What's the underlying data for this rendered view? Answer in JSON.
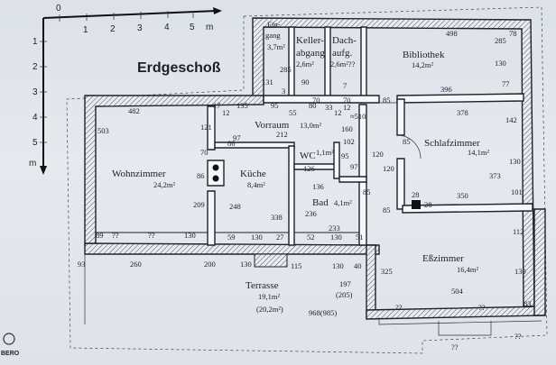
{
  "plan": {
    "title": "Erdgeschoß",
    "scale": {
      "ticks": [
        "0",
        "1",
        "2",
        "3",
        "4",
        "5",
        "m"
      ],
      "vticks": [
        "1",
        "2",
        "3",
        "4",
        "5",
        "m"
      ]
    },
    "rooms": {
      "eingang": {
        "name1": "Ein-",
        "name2": "gang",
        "area": "3,7m²"
      },
      "keller": {
        "name1": "Keller-",
        "name2": "abgang",
        "area": "2,6m²"
      },
      "dach": {
        "name1": "Dach-",
        "name2": "aufg.",
        "area": "2,6m²??"
      },
      "bibliothek": {
        "name": "Bibliothek",
        "area": "14,2m²"
      },
      "vorraum": {
        "name": "Vorraum",
        "area": "13,0m²"
      },
      "schlafzimmer": {
        "name": "Schlafzimmer",
        "area": "14,1m²"
      },
      "wohnzimmer": {
        "name": "Wohnzimmer",
        "area": "24,2m²"
      },
      "kueche": {
        "name": "Küche",
        "area": "8,4m²"
      },
      "wc": {
        "name": "WC",
        "area": "1,1m²"
      },
      "bad": {
        "name": "Bad",
        "area": "4,1m²"
      },
      "esszimmer": {
        "name": "Eßzimmer",
        "area": "16,4m²"
      },
      "terrasse": {
        "name": "Terrasse",
        "area1": "19,1m²",
        "area2": "(20,2m²)"
      }
    },
    "dims": {
      "d498": "498",
      "d285a": "285",
      "d78": "78",
      "d130a": "130",
      "d77": "77",
      "d396": "396",
      "d378": "378",
      "d142": "142",
      "d130b": "130",
      "d373": "373",
      "d101": "101",
      "d350": "350",
      "d28a": "28",
      "d28b": "28",
      "d112": "112",
      "d130c": "130",
      "d83": "83",
      "d504": "504",
      "d325": "325",
      "d85a": "85",
      "d85b": "85",
      "d85c": "85",
      "d85d": "85",
      "d120a": "120",
      "d120b": "120",
      "d482": "482",
      "d17": "17",
      "d12a": "12",
      "d135": "135",
      "d95": "95",
      "d55": "55",
      "d80": "80",
      "d33": "33",
      "d12b": "12",
      "d70a": "70",
      "d12c": "12",
      "d70b": "70",
      "d510": "≈510",
      "d503": "503",
      "d121": "121",
      "d160": "160",
      "d212": "212",
      "d97a": "97",
      "d97b": "97",
      "d95b": "95",
      "d102": "102",
      "d70c": "70",
      "d86a": "86",
      "d86b": "86",
      "d209": "209",
      "d248": "248",
      "d338": "338",
      "d236": "236",
      "d126": "126",
      "d136": "136",
      "d233": "233",
      "d52": "52",
      "d130d": "130",
      "d51": "51",
      "d89": "89",
      "dq1": "??",
      "dq2": "??",
      "d130e": "130",
      "d59": "59",
      "d130f": "130",
      "d27": "27",
      "d93": "93",
      "d260": "260",
      "d200": "200",
      "d130g": "130",
      "d115": "115",
      "d130h": "130",
      "d40": "40",
      "d197": "197",
      "d205": "(205)",
      "d968": "968(985)",
      "d131": "131",
      "d285b": "285",
      "d3": "3",
      "d90": "90",
      "d7": "7",
      "dq3": "??",
      "dq4": "??",
      "dq5": "??",
      "dq6": "??"
    },
    "logo": "BERO"
  }
}
